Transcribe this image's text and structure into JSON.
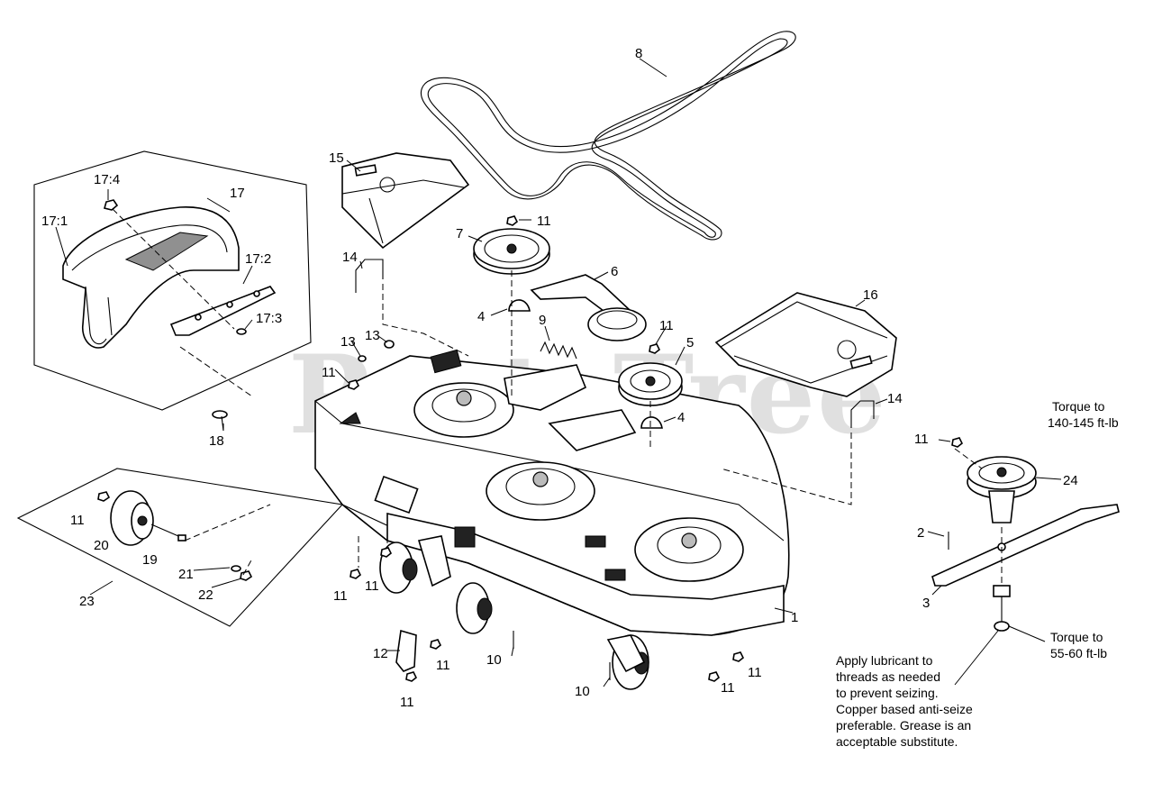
{
  "watermark": "PartsTree",
  "callouts": {
    "c1": "1",
    "c2": "2",
    "c3": "3",
    "c4a": "4",
    "c4b": "4",
    "c5": "5",
    "c6": "6",
    "c7": "7",
    "c8": "8",
    "c9": "9",
    "c10a": "10",
    "c10b": "10",
    "c11_pulley7": "11",
    "c11_pulley5": "11",
    "c11_deck": "11",
    "c11_wheel": "11",
    "c11_spindle": "11",
    "c11_front1": "11",
    "c11_front2": "11",
    "c11_bracket1": "11",
    "c11_bracket2": "11",
    "c11_rear1": "11",
    "c11_rear2": "11",
    "c12": "12",
    "c13a": "13",
    "c13b": "13",
    "c14a": "14",
    "c14b": "14",
    "c15": "15",
    "c16": "16",
    "c17": "17",
    "c17_1": "17:1",
    "c17_2": "17:2",
    "c17_3": "17:3",
    "c17_4": "17:4",
    "c18": "18",
    "c19": "19",
    "c20": "20",
    "c21": "21",
    "c22": "22",
    "c23": "23",
    "c24": "24"
  },
  "torque_spindle": [
    "Torque to",
    "140-145 ft-lb"
  ],
  "torque_bolt": [
    "Torque to",
    "55-60 ft-lb"
  ],
  "lubricant_note": [
    "Apply lubricant to",
    "threads as needed",
    "to prevent seizing.",
    "Copper based anti-seize",
    "preferable. Grease is an",
    "acceptable substitute."
  ]
}
